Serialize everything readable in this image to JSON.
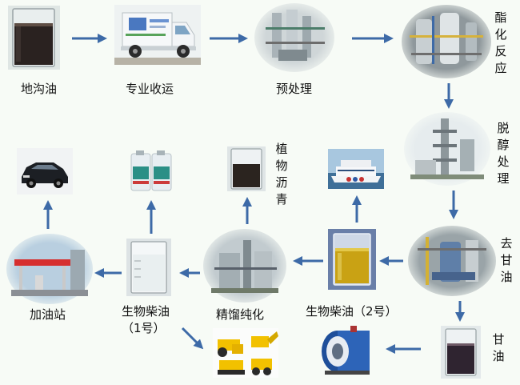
{
  "nodes": {
    "waste_oil": "地沟油",
    "collection": "专业收运",
    "pretreatment": "预处理",
    "esterification": "酯\n化\n反\n应",
    "demethanol": "脱\n醇\n处\n理",
    "deglycerin": "去\n甘\n油",
    "glycerin": "甘\n油",
    "biodiesel_2": "生物柴油（2号）",
    "distillation": "精馏纯化",
    "biodiesel_1_line1": "生物柴油",
    "biodiesel_1_line2": "（1号）",
    "gas_station": "加油站",
    "plant_asphalt": "植\n物\n沥\n青"
  },
  "colors": {
    "arrow": "#3d6aa7",
    "background": "#f7fbf6"
  }
}
